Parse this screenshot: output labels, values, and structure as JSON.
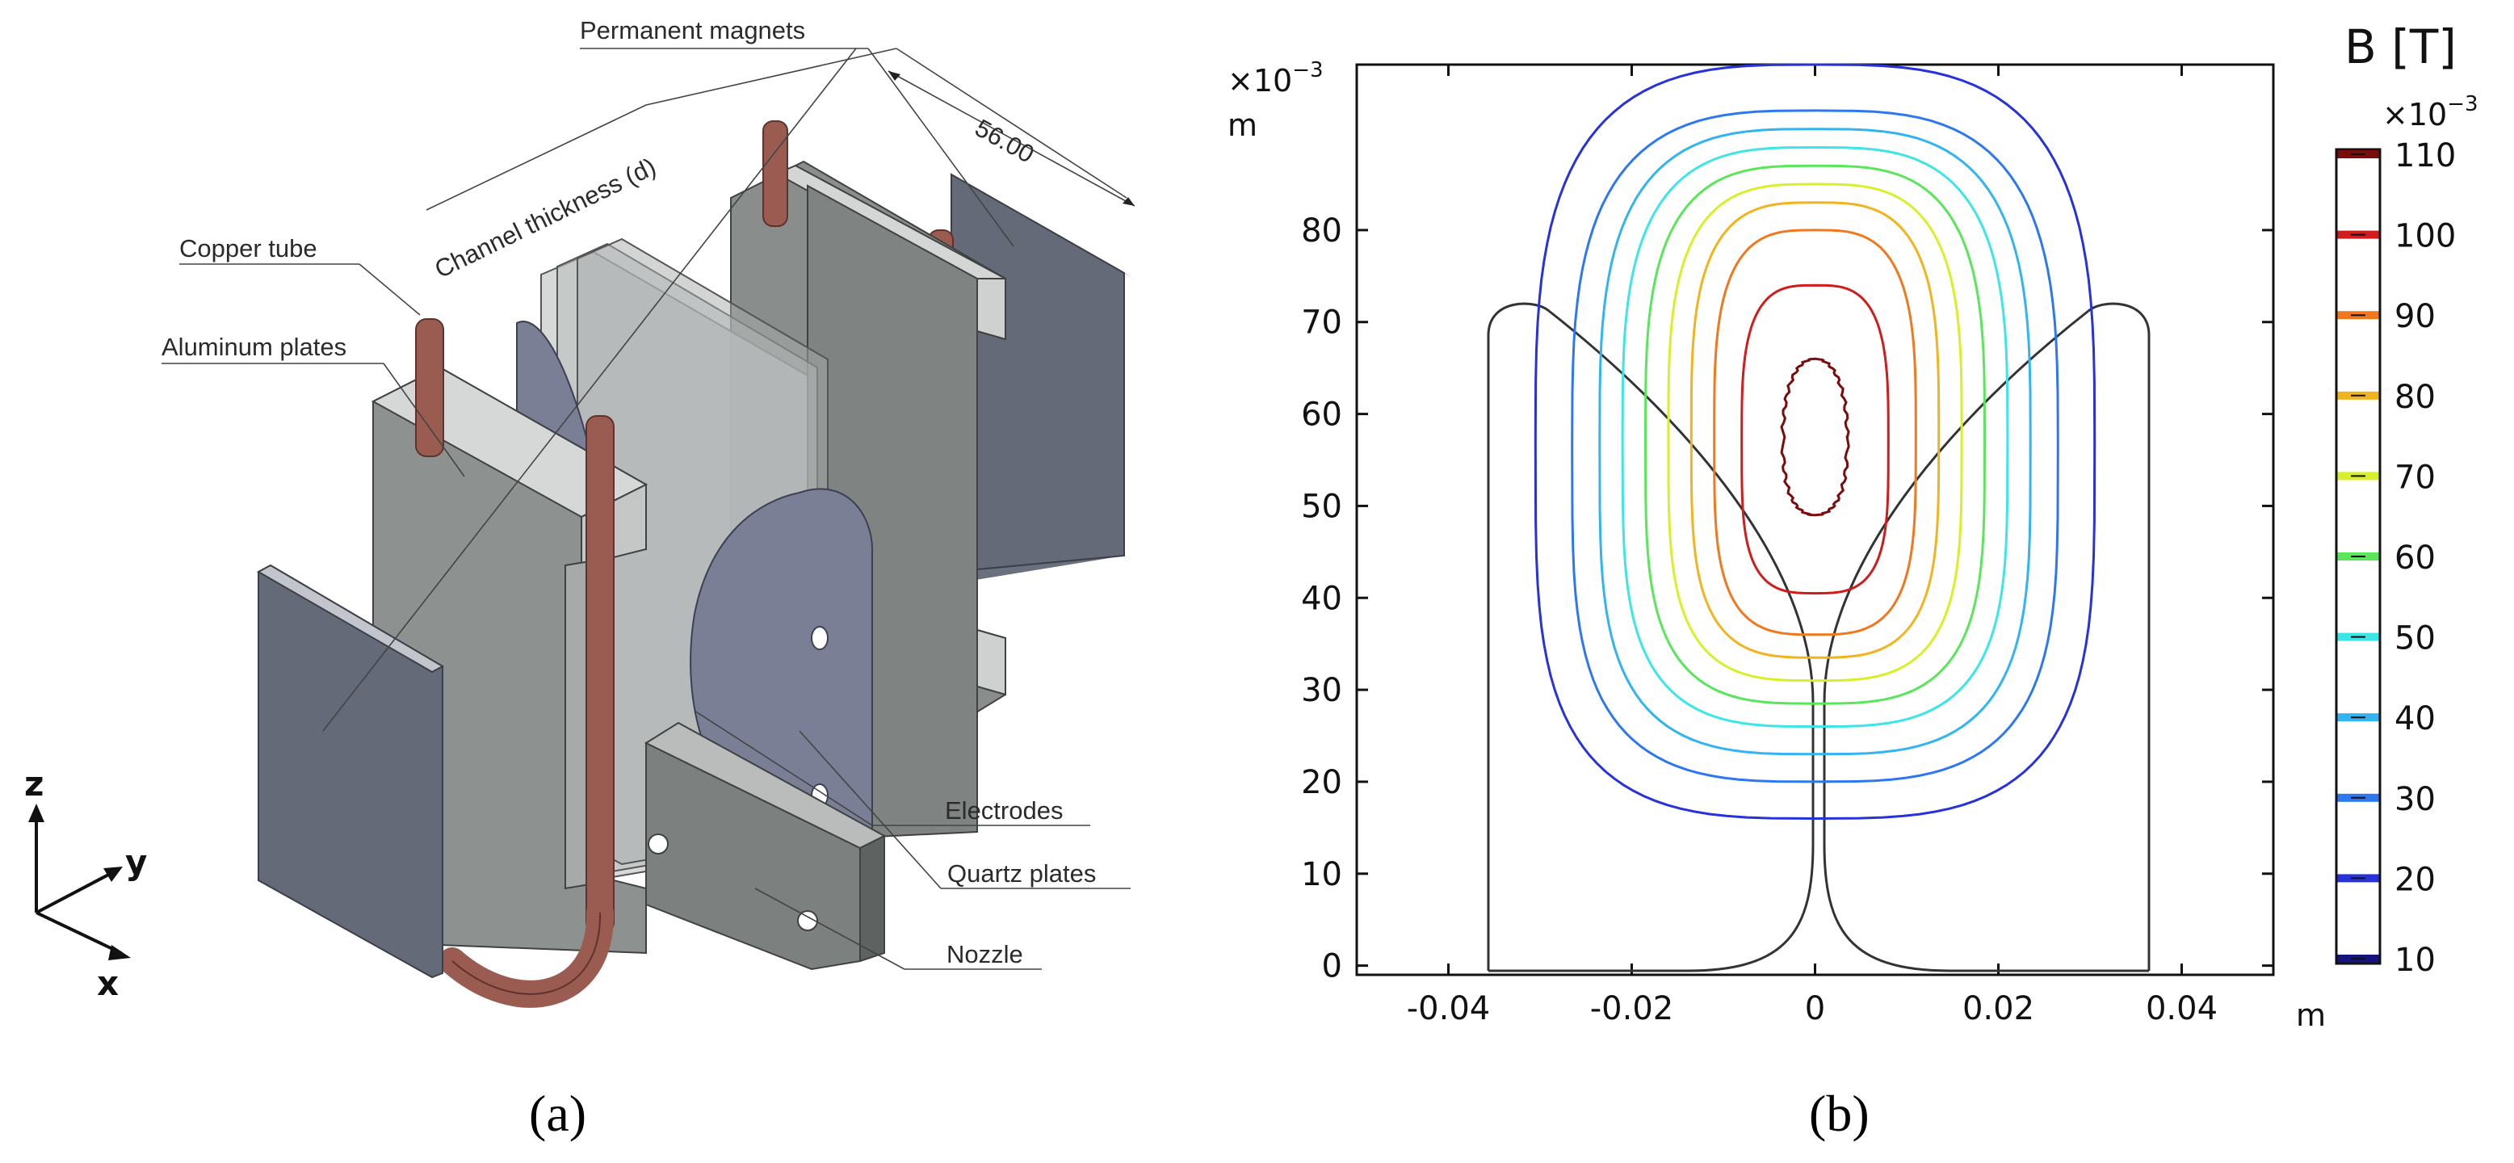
{
  "panel_a": {
    "label": "(a)",
    "callouts": {
      "permanent_magnets": "Permanent magnets",
      "channel_thickness": "Channel thickness (d)",
      "copper_tube": "Copper tube",
      "aluminum_plates": "Aluminum plates",
      "electrodes": "Electrodes",
      "quartz_plates": "Quartz plates",
      "nozzle": "Nozzle"
    },
    "dimension": "56.00",
    "axes": {
      "z": "z",
      "y": "y",
      "x": "x"
    },
    "colors": {
      "magnet": "#646a78",
      "aluminum": "#8d918f",
      "copper": "#9a5b50",
      "quartz": "#c9cccb",
      "electrode": "#7b7f96"
    }
  },
  "panel_b": {
    "label": "(b)",
    "y_exponent": "×10",
    "y_exponent_power": "−3",
    "y_unit": "m",
    "x_unit": "m",
    "x_ticks": [
      "-0.04",
      "-0.02",
      "0",
      "0.02",
      "0.04"
    ],
    "y_ticks": [
      "0",
      "10",
      "20",
      "30",
      "40",
      "50",
      "60",
      "70",
      "80"
    ],
    "colorbar": {
      "title": "B [T]",
      "exponent": "×10",
      "exponent_power": "−3",
      "levels": [
        {
          "label": "110",
          "color": "#7a0c0c"
        },
        {
          "label": "100",
          "color": "#d01c1c"
        },
        {
          "label": "90",
          "color": "#f0781e"
        },
        {
          "label": "80",
          "color": "#f0b41e"
        },
        {
          "label": "70",
          "color": "#d7f028"
        },
        {
          "label": "60",
          "color": "#5ae65a"
        },
        {
          "label": "50",
          "color": "#3ce6e6"
        },
        {
          "label": "40",
          "color": "#32b4f0"
        },
        {
          "label": "30",
          "color": "#2d78f0"
        },
        {
          "label": "20",
          "color": "#2832dc"
        },
        {
          "label": "10",
          "color": "#14147a"
        }
      ]
    }
  },
  "chart_data": {
    "type": "contour",
    "xlabel": "m",
    "ylabel": "m",
    "y_scale_factor": "×10^-3",
    "xlim": [
      -0.05,
      0.05
    ],
    "ylim": [
      -1,
      98
    ],
    "grid": false,
    "colorbar_label": "B [T]",
    "contour_levels_e-3": [
      20,
      30,
      40,
      50,
      60,
      70,
      80,
      90,
      100,
      110
    ],
    "contours": [
      {
        "level": 20,
        "x_halfwidth": 0.0305,
        "y_bottom": 16,
        "y_top": 98
      },
      {
        "level": 30,
        "x_halfwidth": 0.0265,
        "y_bottom": 20,
        "y_top": 93
      },
      {
        "level": 40,
        "x_halfwidth": 0.0235,
        "y_bottom": 23,
        "y_top": 91
      },
      {
        "level": 50,
        "x_halfwidth": 0.021,
        "y_bottom": 26,
        "y_top": 89
      },
      {
        "level": 60,
        "x_halfwidth": 0.0185,
        "y_bottom": 28.5,
        "y_top": 87
      },
      {
        "level": 70,
        "x_halfwidth": 0.016,
        "y_bottom": 31,
        "y_top": 85
      },
      {
        "level": 80,
        "x_halfwidth": 0.0135,
        "y_bottom": 33.5,
        "y_top": 83
      },
      {
        "level": 90,
        "x_halfwidth": 0.011,
        "y_bottom": 36,
        "y_top": 80
      },
      {
        "level": 100,
        "x_halfwidth": 0.008,
        "y_bottom": 40.5,
        "y_top": 74
      },
      {
        "level": 110,
        "x_halfwidth": 0.0035,
        "y_bottom": 49,
        "y_top": 66
      }
    ],
    "geometry_outline_color": "#333333"
  }
}
